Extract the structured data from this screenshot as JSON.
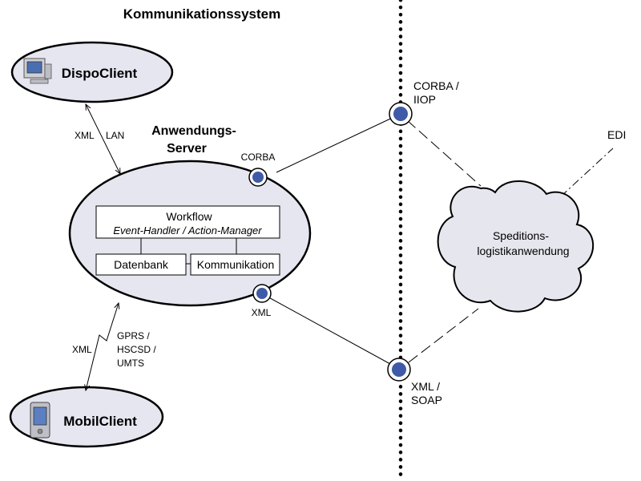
{
  "title": "Kommunikationssystem",
  "dispo_client": {
    "label": "DispoClient",
    "icon": "desktop-computer-icon"
  },
  "mobil_client": {
    "label": "MobilClient",
    "icon": "pda-icon"
  },
  "app_server": {
    "label_line1": "Anwendungs-",
    "label_line2": "Server",
    "workflow_title": "Workflow",
    "workflow_subtitle": "Event-Handler / Action-Manager",
    "datenbank": "Datenbank",
    "kommunikation": "Kommunikation",
    "port_corba": "CORBA",
    "port_xml": "XML"
  },
  "link_dispo": {
    "left": "XML",
    "right": "LAN"
  },
  "link_mobil": {
    "left": "XML",
    "right_lines": [
      "GPRS /",
      "HSCSD /",
      "UMTS"
    ]
  },
  "gateway_top": {
    "lines": [
      "CORBA /",
      "IIOP"
    ]
  },
  "gateway_bottom": {
    "lines": [
      "XML /",
      "SOAP"
    ]
  },
  "cloud": {
    "lines": [
      "Speditions-",
      "logistikanwendung"
    ]
  },
  "edi": "EDI",
  "colors": {
    "ellipse_fill": "#e6e6f0",
    "cloud_fill": "#e6e6ee",
    "port_fill": "#3f5aa6",
    "stroke": "#000000"
  }
}
